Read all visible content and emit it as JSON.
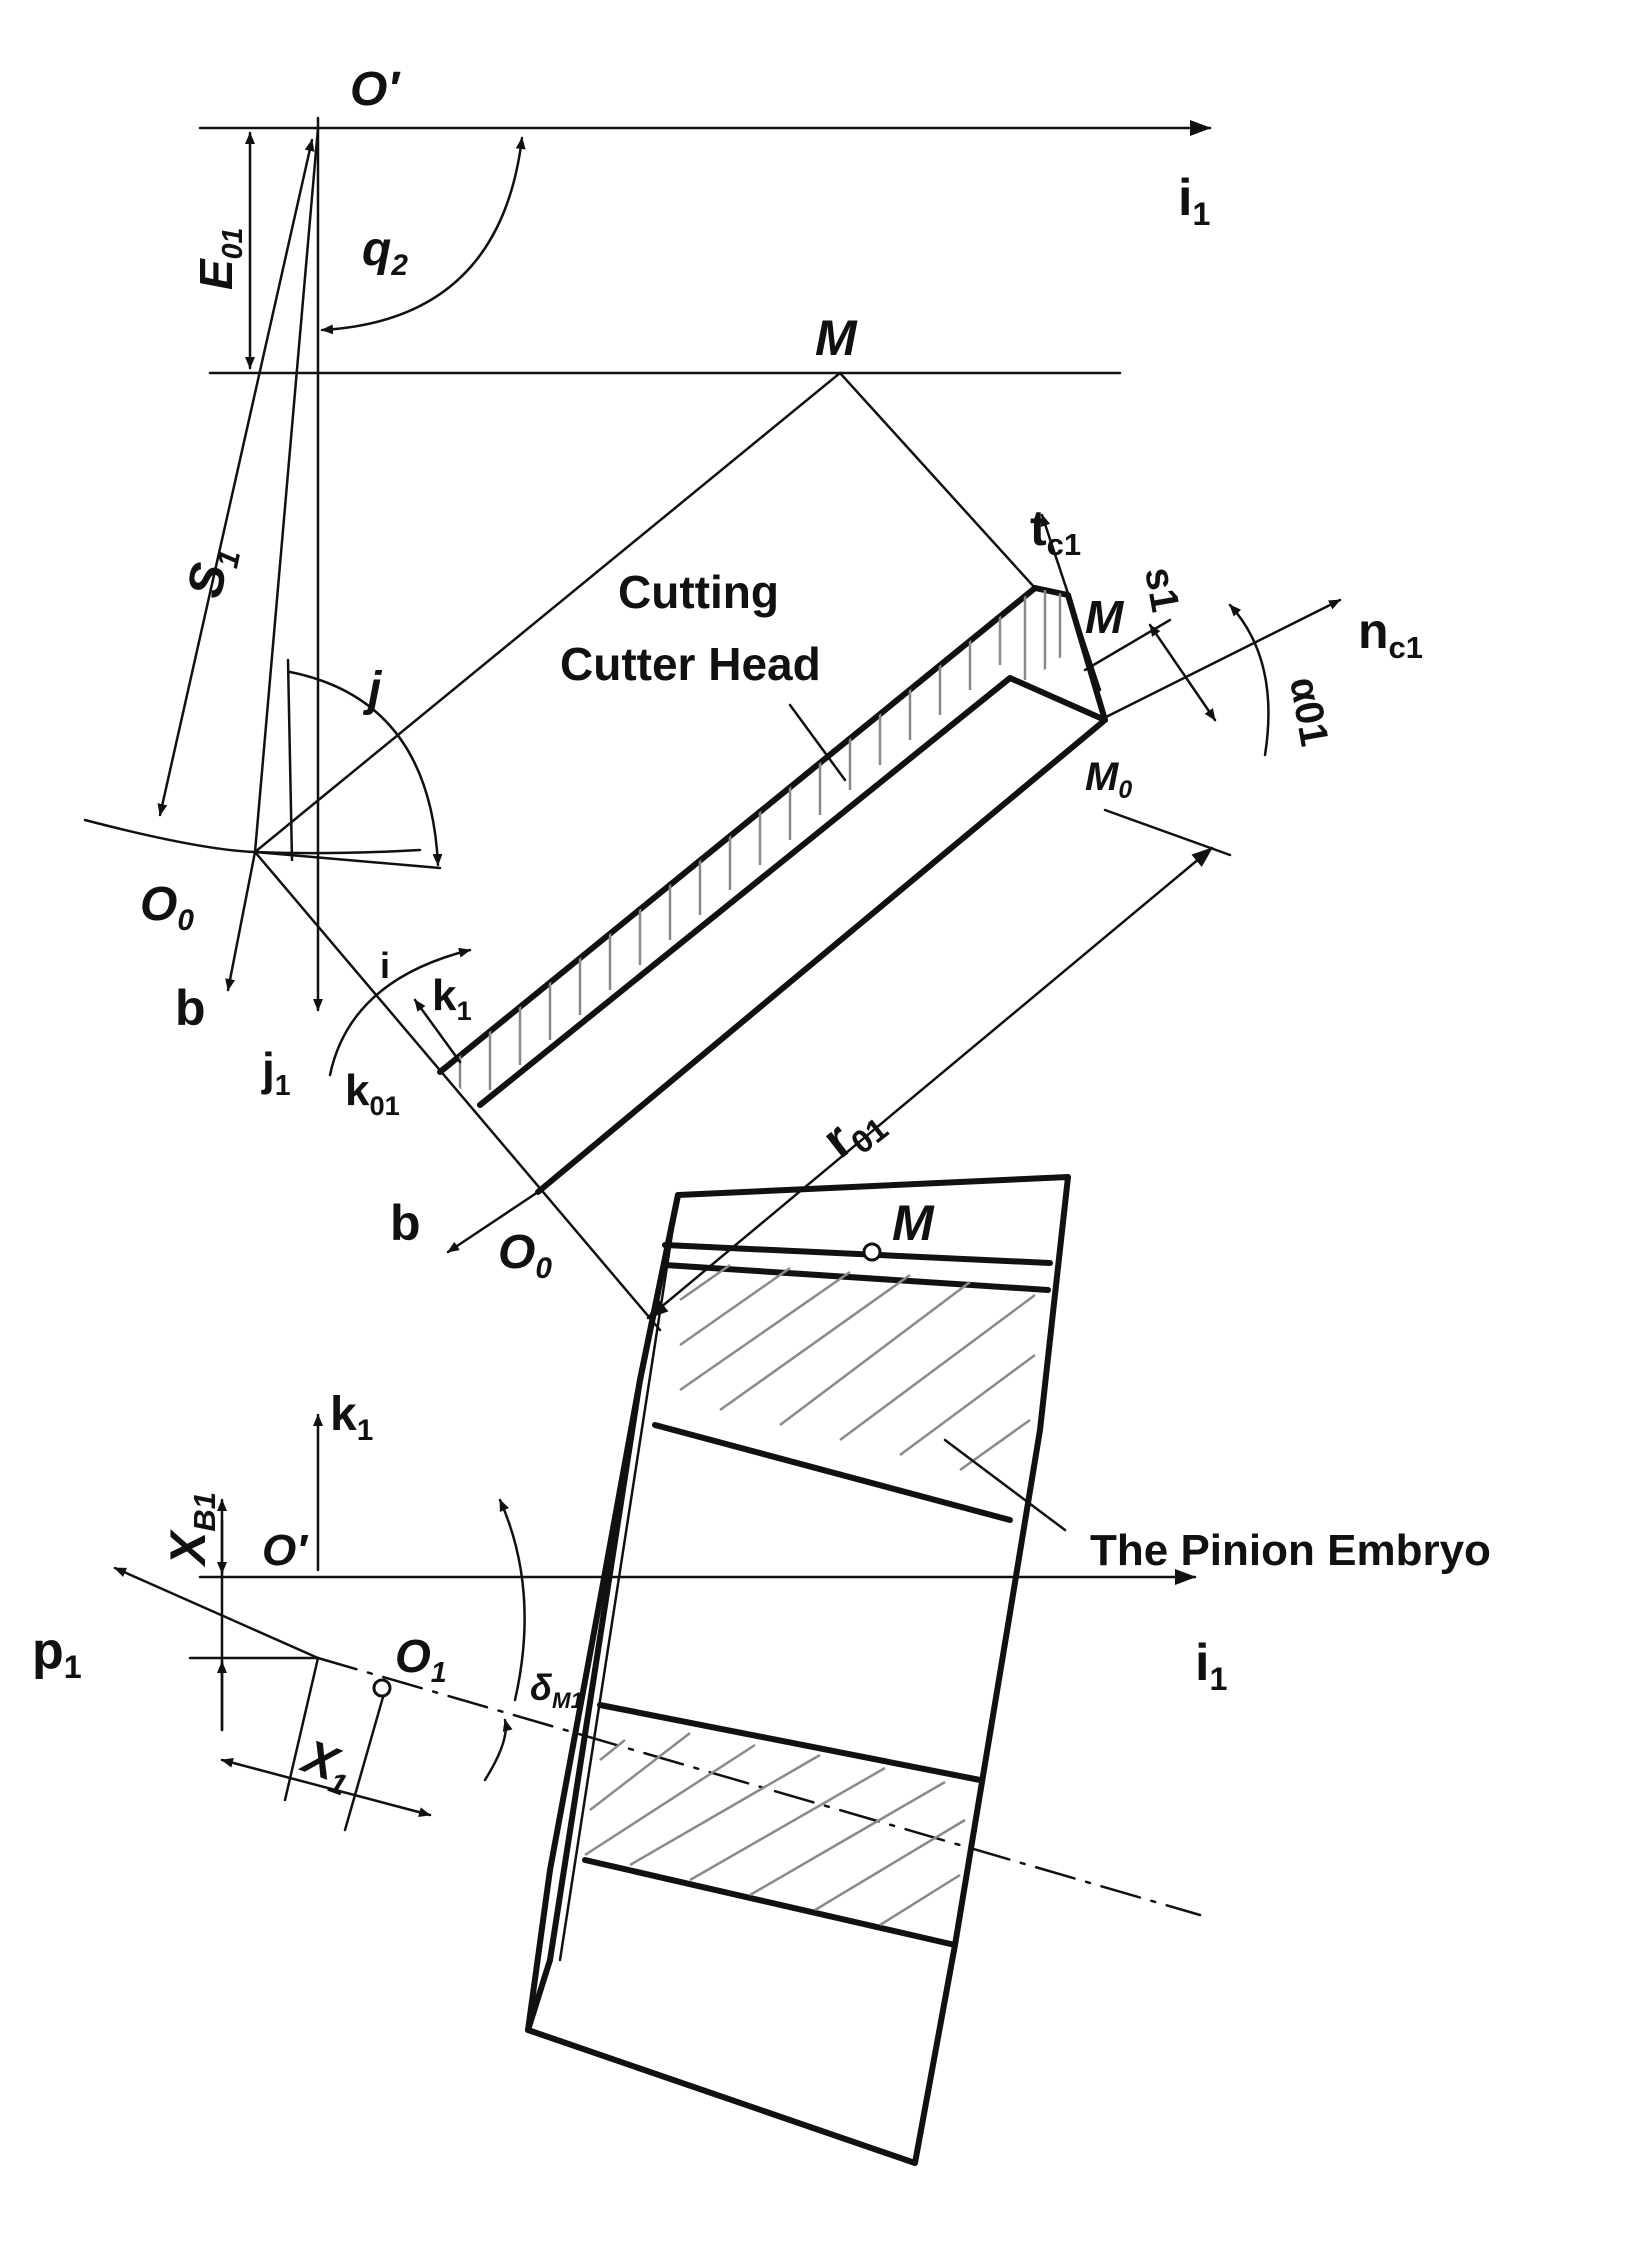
{
  "upper": {
    "O_prime": {
      "main": "O",
      "sub": "′"
    },
    "i1": {
      "main": "i",
      "sub": "1"
    },
    "E01": {
      "main": "E",
      "sub": "01"
    },
    "q2": {
      "main": "q",
      "sub": "2"
    },
    "M_top": "M",
    "S1": {
      "main": "S",
      "sub": "1"
    },
    "cutting_line1": "Cutting",
    "cutting_line2": "Cutter Head",
    "tc1": {
      "main": "t",
      "sub": "c1"
    },
    "s1": "s1",
    "M_right": "M",
    "nc1": {
      "main": "n",
      "sub": "c1"
    },
    "alpha01": "α01",
    "M0": {
      "main": "M",
      "sub": "0"
    },
    "j": "j",
    "O0_left": {
      "main": "O",
      "sub": "0"
    },
    "b_left": "b",
    "i_small": "i",
    "k1": {
      "main": "k",
      "sub": "1"
    },
    "j1": {
      "main": "j",
      "sub": "1"
    },
    "k01": {
      "main": "k",
      "sub": "01"
    },
    "r01": {
      "main": "r",
      "sub": "01"
    },
    "b_bottom": "b",
    "O0_bottom": {
      "main": "O",
      "sub": "0"
    }
  },
  "lower": {
    "k1": {
      "main": "k",
      "sub": "1"
    },
    "XB1": {
      "main": "X",
      "sub": "B1"
    },
    "O_prime": {
      "main": "O",
      "sub": "′"
    },
    "M": "M",
    "p1": {
      "main": "p",
      "sub": "1"
    },
    "O1": {
      "main": "O",
      "sub": "1"
    },
    "i1": {
      "main": "i",
      "sub": "1"
    },
    "deltaM1": {
      "main": "δ",
      "sub": "M1"
    },
    "X1": {
      "main": "X",
      "sub": "1"
    },
    "pinion_label": "The Pinion Embryo"
  }
}
